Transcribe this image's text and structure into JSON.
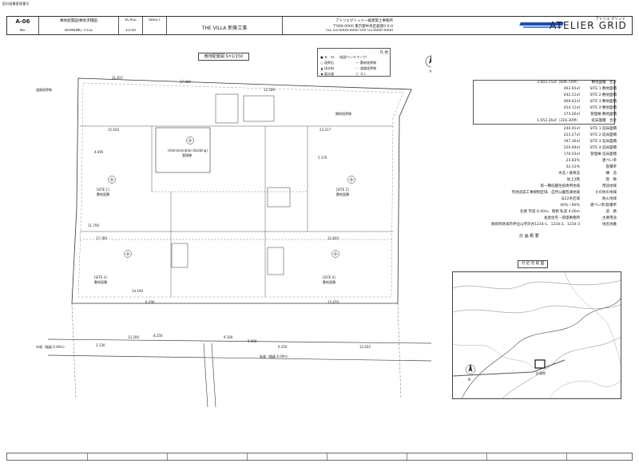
{
  "header": {
    "corner_note": "設計図書管理番号",
    "sheet_no_label": "No.",
    "sheet_no": "A-06",
    "drawing_title": "敷地配置図/敷地求積図",
    "drawing_title_label": "DRAWING TITLE",
    "scale_label": "SCALE",
    "scale": "1/150",
    "sheet_label": "SHEET",
    "project_name": "THE VILLA",
    "project_name_jp": "新築工事",
    "company_jp": "アトリエグリッド一級建築士事務所",
    "address": "〒000-0000 東京都中央区銀座0-0-0",
    "tel": "TEL 03-0000-0000 FAX 03-0000-0000",
    "logo_name": "ATELIER GRID",
    "logo_kana": "アトリエ グリッド"
  },
  "plan": {
    "title": "敷地配置図 S=1/150",
    "north_symbol": "N",
    "legend_head": "凡 例",
    "legend_items": [
      {
        "sym": "●",
        "text": "Ｂ．Ｍ．（仮設ベンチマーク）"
      },
      {
        "sym": "○",
        "text": "境界石"
      },
      {
        "sym": "▲",
        "text": "排水桝"
      },
      {
        "sym": "◆",
        "text": "量水器"
      }
    ],
    "legend_items2": [
      {
        "sym": "—",
        "text": "敷地境界線"
      },
      {
        "sym": "- -",
        "text": "道路境界線"
      },
      {
        "sym": "▽",
        "text": "ＧＬ"
      }
    ],
    "rooms": [
      {
        "name": "[SITE 1]",
        "sub": "敷地面積"
      },
      {
        "name": "[SITE 2]",
        "sub": "敷地面積"
      },
      {
        "name": "[SITE 3]",
        "sub": "敷地面積"
      },
      {
        "name": "[SITE 4]",
        "sub": "敷地面積"
      },
      {
        "name": "(Administration Building)",
        "sub": "管理棟"
      }
    ],
    "dims": [
      "31.817",
      "17.480",
      "12.509",
      "15.020",
      "23.217",
      "4.495",
      "5.170",
      "11.700",
      "17.780",
      "12.820",
      "6.290",
      "15.470",
      "12.022",
      "8.250",
      "9.100",
      "14.190",
      "13.200",
      "5.900",
      "2.130",
      "6.350"
    ],
    "road_labels": [
      "市道（幅員 6.40m）",
      "私道（幅員 4.00m）",
      "隣地境界線",
      "道路境界線"
    ]
  },
  "table": {
    "title": "計 画 概 要",
    "rows": [
      {
        "k": "敷地面積　合計",
        "v": "2,003.15㎡（606.74坪）"
      },
      {
        "k": "SITE 1 敷地面積",
        "v": "463.65㎡"
      },
      {
        "k": "SITE 2 敷地面積",
        "v": "442.51㎡"
      },
      {
        "k": "SITE 3 敷地面積",
        "v": "469.62㎡"
      },
      {
        "k": "SITE 4 敷地面積",
        "v": "454.11㎡"
      },
      {
        "k": "管理棟 敷地面積",
        "v": "173.26㎡"
      },
      {
        "k": "延床面積　合計",
        "v": "1,052.26㎡（318.30坪）"
      },
      {
        "k": "SITE 1 延床面積",
        "v": "240.91㎡"
      },
      {
        "k": "SITE 2 延床面積",
        "v": "223.27㎡"
      },
      {
        "k": "SITE 3 延床面積",
        "v": "197.36㎡"
      },
      {
        "k": "SITE 4 延床面積",
        "v": "220.69㎡"
      },
      {
        "k": "管理棟 延床面積",
        "v": "170.03㎡"
      },
      {
        "k": "建ぺい率",
        "v": "23.83％"
      },
      {
        "k": "容積率",
        "v": "52.53％"
      },
      {
        "k": "構　造",
        "v": "木造 / 鉄骨造"
      },
      {
        "k": "階　数",
        "v": "地上2階"
      },
      {
        "k": "用途地域",
        "v": "第一種低層住居専用地域"
      },
      {
        "k": "その他の地域",
        "v": "宅地造成工事規制区域、自然公園普通地域"
      },
      {
        "k": "防火地域",
        "v": "法22条区域"
      },
      {
        "k": "建ぺい率/容積率",
        "v": "40％ / 80％"
      },
      {
        "k": "道　路",
        "v": "北側 市道 6.40m、南側 私道 4.00m"
      },
      {
        "k": "主要用途",
        "v": "長屋住宅・管理事務所"
      },
      {
        "k": "地名地番",
        "v": "静岡県熱海市伊豆山字岸谷1234-1、1234-2、1234-3"
      }
    ]
  },
  "map": {
    "title": "付 近 見 取 図",
    "site_label": "計画地",
    "north_symbol": "N"
  }
}
